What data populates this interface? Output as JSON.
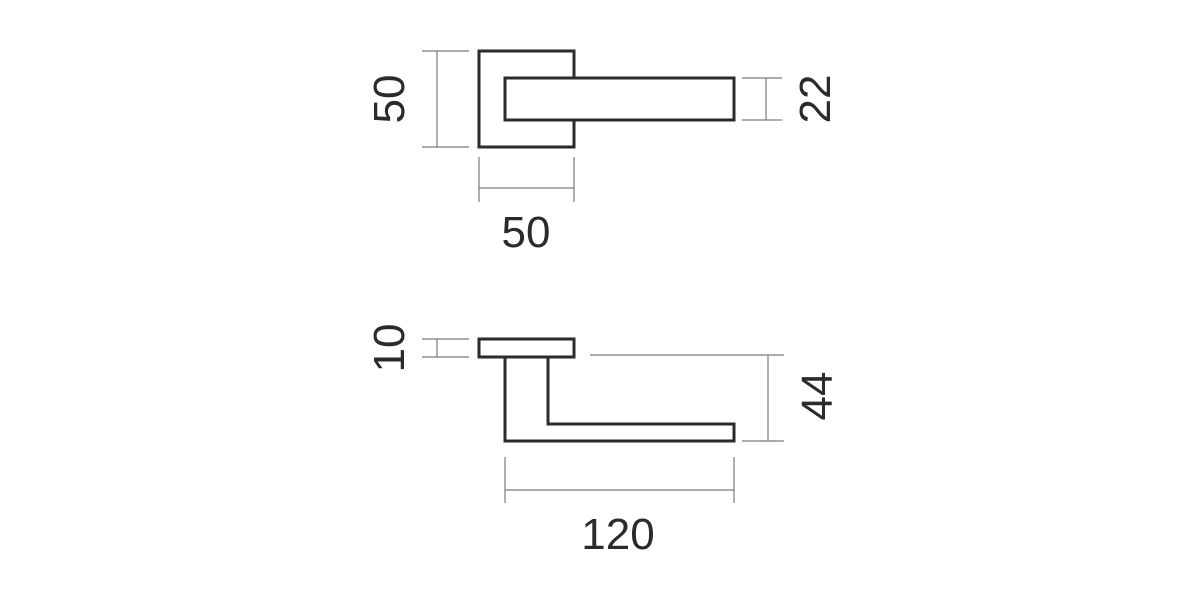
{
  "drawing": {
    "top_view": {
      "rose_height": "50",
      "rose_width": "50",
      "lever_thickness": "22"
    },
    "side_view": {
      "rose_thickness": "10",
      "lever_projection": "44",
      "lever_length": "120"
    },
    "colors": {
      "line": "#2b2b2b",
      "dimension_line": "#7a7a7a",
      "background": "#ffffff"
    }
  }
}
